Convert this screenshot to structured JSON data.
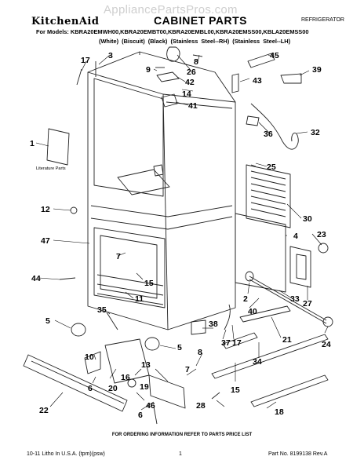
{
  "header": {
    "watermark": "AppliancePartsPros.com",
    "brand": "KitchenAid",
    "title": "CABINET PARTS",
    "category": "REFRIGERATOR",
    "models_line": "For Models: KBRA20EMWH00,KBRA20EMBT00,KBRA20EMBL00,KBRA20EMSS00,KBLA20EMSS00",
    "colors": [
      "(White)",
      "(Biscuit)",
      "(Black)",
      "(Stainless Steel--RH)",
      "(Stainless Steel--LH)"
    ]
  },
  "literature_label": "Literature Parts",
  "callouts": {
    "c1": "1",
    "c2": "2",
    "c3": "3",
    "c4": "4",
    "c5a": "5",
    "c5b": "5",
    "c6a": "6",
    "c6b": "6",
    "c7": "7",
    "c8a": "8",
    "c8b": "8",
    "c9": "9",
    "c10": "10",
    "c11": "11",
    "c12": "12",
    "c13": "13",
    "c14": "14",
    "c15": "15",
    "c16": "16",
    "c17": "17",
    "c18": "18",
    "c19": "19",
    "c20": "20",
    "c21": "21",
    "c22": "22",
    "c23": "23",
    "c24": "24",
    "c25": "25",
    "c26": "26",
    "c27": "27",
    "c28": "28",
    "c30": "30",
    "c32": "32",
    "c33": "33",
    "c34": "34",
    "c35": "35",
    "c36": "36",
    "c37": "37",
    "c38": "38",
    "c39": "39",
    "c40": "40",
    "c41": "41",
    "c42": "42",
    "c43": "43",
    "c44": "44",
    "c45": "45",
    "c46": "46",
    "c47": "47"
  },
  "footer": {
    "note": "FOR ORDERING INFORMATION REFER TO PARTS PRICE LIST",
    "left": "10-11 Litho In U.S.A. (tpm)(psw)",
    "page": "1",
    "right": "Part No. 8199138 Rev.A"
  }
}
